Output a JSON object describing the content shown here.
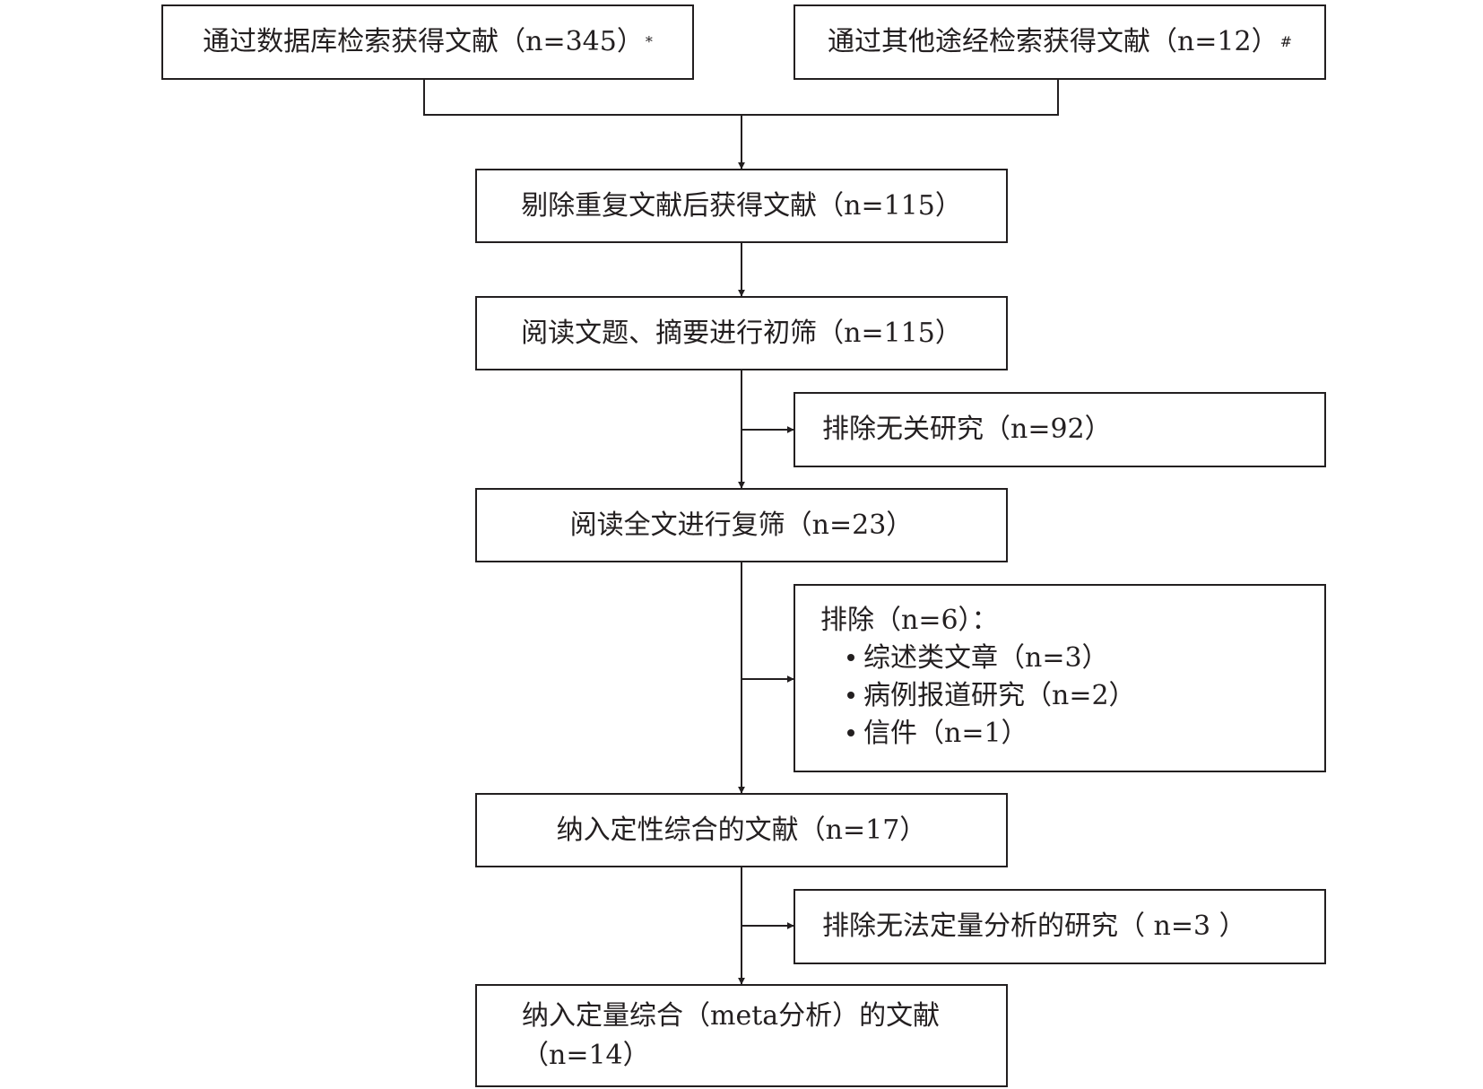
{
  "boxes": {
    "db_search": {
      "text": "通过数据库检索获得文献（n=345）",
      "mark": "*"
    },
    "other_search": {
      "text": "通过其他途经检索获得文献（n=12）",
      "mark": "#"
    },
    "dedup": "剔除重复文献后获得文献（n=115）",
    "title_abstract": "阅读文题、摘要进行初筛（n=115）",
    "excluded_irrelevant": "排除无关研究（n=92）",
    "fulltext": "阅读全文进行复筛（n=23）",
    "excluded_fulltext": {
      "heading": "排除（n=6）：",
      "items": [
        "综述类文章（n=3）",
        "病例报道研究（n=2）",
        "信件（n=1）"
      ]
    },
    "qualitative": "纳入定性综合的文献（n=17）",
    "excluded_quant": "排除无法定量分析的研究（ n=3 ）",
    "meta": {
      "line1": "纳入定量综合（meta分析）的文献",
      "line2": "（n=14）"
    }
  }
}
